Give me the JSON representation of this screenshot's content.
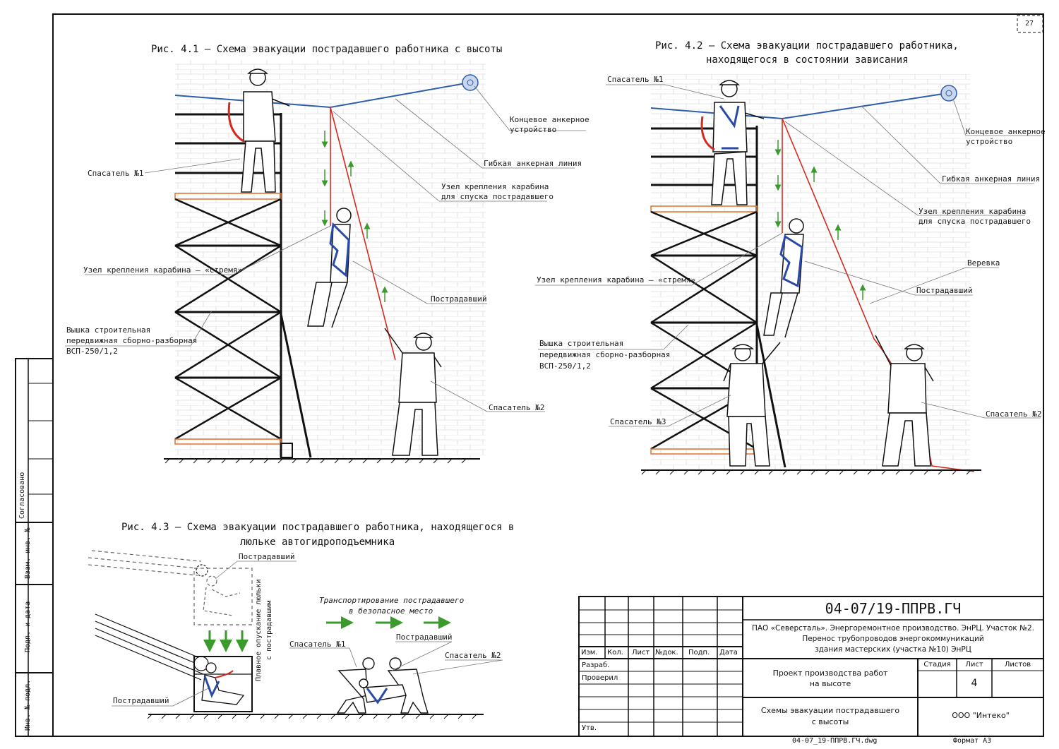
{
  "page_number": "27",
  "fig1": {
    "title": "Рис. 4.1 – Схема эвакуации пострадавшего работника с высоты",
    "labels": {
      "end_anchor_1": "Концевое анкерное",
      "end_anchor_2": "устройство",
      "flex_line": "Гибкая анкерная линия",
      "node_1": "Узел крепления карабина",
      "node_2": "для спуска пострадавшего",
      "rescuer1": "Спасатель №1",
      "stirrup": "Узел крепления карабина – «стремя»",
      "victim": "Пострадавший",
      "tower_1": "Вышка строительная",
      "tower_2": "передвижная сборно-разборная",
      "tower_3": "ВСП-250/1,2",
      "rescuer2": "Спасатель №2"
    }
  },
  "fig2": {
    "title_1": "Рис. 4.2 – Схема эвакуации пострадавшего работника,",
    "title_2": "находящегося в состоянии зависания",
    "labels": {
      "rescuer1": "Спасатель №1",
      "end_anchor_1": "Концевое анкерное",
      "end_anchor_2": "устройство",
      "flex_line": "Гибкая анкерная линия",
      "node_1": "Узел крепления карабина",
      "node_2": "для спуска пострадавшего",
      "rope": "Веревка",
      "victim": "Пострадавший",
      "stirrup": "Узел крепления карабина – «стремя»",
      "tower_1": "Вышка строительная",
      "tower_2": "передвижная сборно-разборная",
      "tower_3": "ВСП-250/1,2",
      "rescuer3": "Спасатель №3",
      "rescuer2": "Спасатель №2"
    }
  },
  "fig3": {
    "title_1": "Рис. 4.3 – Схема эвакуации пострадавшего работника, находящегося в",
    "title_2": "люльке автогидроподъемника",
    "labels": {
      "victim_top": "Пострадавший",
      "victim_bottom": "Пострадавший",
      "lowering_1": "Плавное опускание люльки",
      "lowering_2": "с пострадавшим",
      "transport_1": "Транспортирование пострадавшего",
      "transport_2": "в безопасное место",
      "rescuer1": "Спасатель №1",
      "victim_mid": "Пострадавший",
      "rescuer2": "Спасатель №2"
    }
  },
  "side_stamp": {
    "agreed": "Согласовано",
    "inv_vzam": "Взам. инв. №",
    "sign_date": "Подп. и дата",
    "inv_orig": "Инв. № подл."
  },
  "title_block": {
    "doc_code": "04-07/19-ППРВ.ГЧ",
    "org_1": "ПАО «Северсталь». Энергоремонтное производство. ЭнРЦ. Участок №2.",
    "org_2": "Перенос трубопроводов энергокоммуникаций",
    "org_3": "здания мастерских (участка №10) ЭнРЦ",
    "col_izm": "Изм.",
    "col_kol": "Кол.",
    "col_list": "Лист",
    "col_ndok": "№док.",
    "col_podp": "Подп.",
    "col_data": "Дата",
    "razrab": "Разраб.",
    "proveril": "Проверил",
    "utv": "Утв.",
    "project_1": "Проект производства работ",
    "project_2": "на высоте",
    "stadiya": "Стадия",
    "list": "Лист",
    "listov": "Листов",
    "sheet_no": "4",
    "drawing_1": "Схемы эвакуации пострадавшего",
    "drawing_2": "с высоты",
    "company": "ООО \"Интеко\"",
    "filename": "04-07_19-ППРВ.ГЧ.dwg",
    "format": "Формат А3"
  },
  "colors": {
    "line": "#1a1a1a",
    "anchor_line": "#2e5ea8",
    "rope": "#d42a1e",
    "arrow": "#3a9a2c",
    "platform": "#e0742a",
    "harness": "#2a4aa8",
    "brick": "#d8d8d8"
  }
}
